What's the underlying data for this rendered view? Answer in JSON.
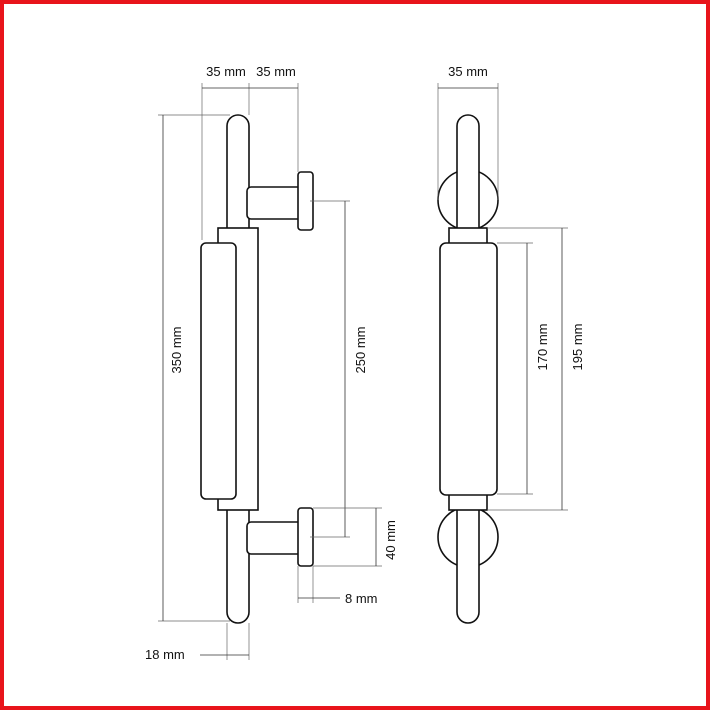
{
  "colors": {
    "frame": "#e8141b",
    "line": "#111111",
    "background": "#ffffff"
  },
  "side_view": {
    "dim_top_left": "35 mm",
    "dim_top_right": "35 mm",
    "dim_total_height": "350 mm",
    "dim_mount_spacing": "250 mm",
    "dim_base_height": "40 mm",
    "dim_base_thickness": "8 mm",
    "dim_bar_diameter": "18 mm"
  },
  "front_view": {
    "dim_top_width": "35 mm",
    "dim_grip_length": "170 mm",
    "dim_collar_span": "195 mm"
  }
}
